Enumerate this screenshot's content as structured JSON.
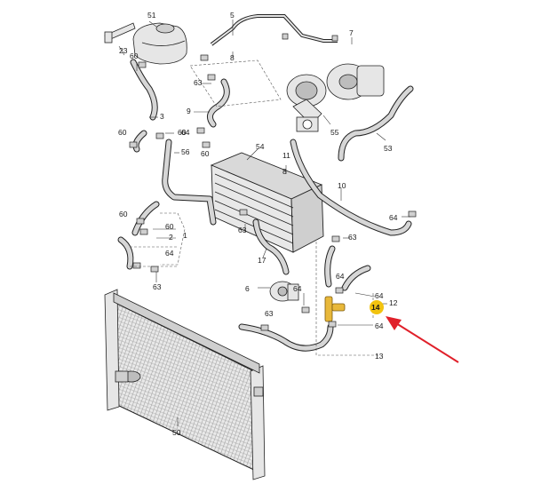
{
  "labels": {
    "l51": "51",
    "l23": "23",
    "l5": "5",
    "l8a": "8",
    "l7": "7",
    "l60a": "60",
    "l63a": "63",
    "l9": "9",
    "l3": "3",
    "l60b": "60",
    "l60c": "60",
    "l64a": "64",
    "l60d": "60",
    "l56": "56",
    "l54": "54",
    "l55": "55",
    "l53": "53",
    "l11": "11",
    "l8b": "8",
    "l10": "10",
    "l64b": "64",
    "l60e": "60",
    "l60f": "60",
    "l2": "2",
    "l1": "1",
    "l64c": "64",
    "l63b": "63",
    "l63c": "63",
    "l63d": "63",
    "l17": "17",
    "l64d": "64",
    "l6": "6",
    "l64e": "64",
    "l64f": "64",
    "l12": "12",
    "l14": "14",
    "l64g": "64",
    "l13": "13",
    "l50": "50",
    "l63e": "63"
  },
  "colors": {
    "highlight": "#f2c30f",
    "arrow": "#e0202a",
    "target_part": "#e8b83a"
  },
  "icons": {
    "pointer": "red-arrow-icon",
    "callout": "yellow-callout-icon"
  }
}
